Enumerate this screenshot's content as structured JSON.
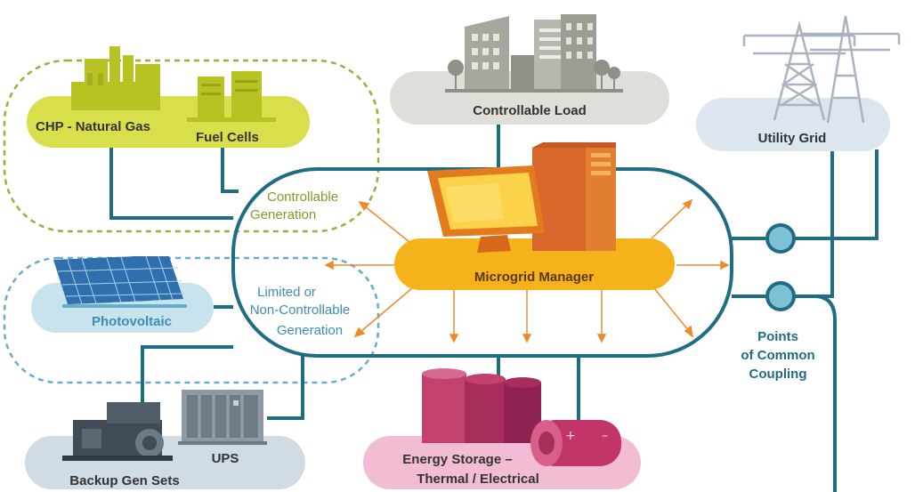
{
  "labels": {
    "chp": "CHP - Natural Gas",
    "fuel_cells": "Fuel Cells",
    "controllable_generation_1": "Controllable",
    "controllable_generation_2": "Generation",
    "controllable_load": "Controllable Load",
    "utility_grid": "Utility Grid",
    "photovoltaic": "Photovoltaic",
    "limited_1": "Limited or",
    "limited_2": "Non-Controllable",
    "limited_3": "Generation",
    "microgrid_manager": "Microgrid Manager",
    "pcc_1": "Points",
    "pcc_2": "of Common",
    "pcc_3": "Coupling",
    "ups": "UPS",
    "backup_gen": "Backup Gen Sets",
    "energy_storage_1": "Energy Storage –",
    "energy_storage_2": "Thermal / Electrical"
  },
  "colors": {
    "line": "#1f6d84",
    "chp_fill": "#d9df4a",
    "chp_dash": "#9cae3c",
    "load_fill": "#dedfd9",
    "grid_fill": "#dde6ef",
    "pv_fill": "#c7e3ee",
    "pv_dash": "#6aadc9",
    "manager_fill": "#f6b21a",
    "arrow": "#ef8a2a",
    "storage_fill": "#f2bcd5",
    "backup_fill": "#d1dbe3",
    "coupling_fill": "#7ec0d6",
    "green_text": "#87962a",
    "blue_text": "#3d8eb0",
    "dark_text": "#333333"
  },
  "icons": [
    "chp-plant-icon",
    "fuel-cells-icon",
    "office-buildings-icon",
    "transmission-tower-icon",
    "solar-panel-icon",
    "computer-monitor-icon",
    "server-tower-icon",
    "generator-icon",
    "ups-cabinet-icon",
    "storage-tanks-icon",
    "battery-icon"
  ]
}
